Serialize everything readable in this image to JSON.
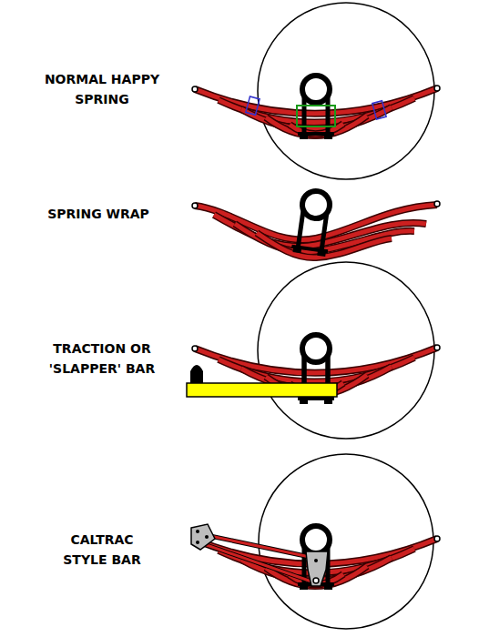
{
  "diagram": {
    "labels": [
      "NORMAL HAPPY SPRING",
      "SPRING WRAP",
      "TRACTION OR 'SLAPPER' BAR",
      "CALTRAC STYLE BAR"
    ]
  }
}
